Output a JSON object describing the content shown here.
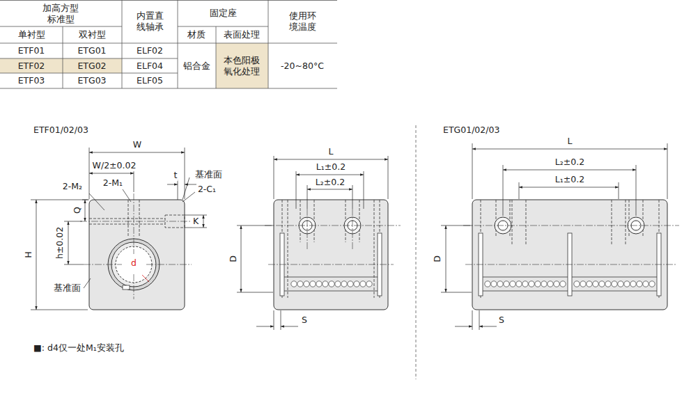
{
  "diagram": {
    "labels": [
      "加高方型 标准型",
      "内置直 线轴承",
      "固定座",
      "使用环 境温度",
      "单衬型",
      "双衬型",
      "材质",
      "表面处理",
      "ETF01",
      "ETG01",
      "ELF02",
      "ETF02",
      "ETG02",
      "ELF04",
      "ETF03",
      "ETG03",
      "ELF05",
      "铝合金",
      "本色阳极 氧化处理",
      "-20~80°C",
      "ETF01/02/03",
      "W",
      "W/2±0.02",
      "t",
      "基准面",
      "2-M₂",
      "2-M₁",
      "2-C₁",
      "Q",
      "K",
      "h±0.02",
      "H",
      "d",
      "基准面",
      "L",
      "L₁±0.2",
      "L₂±0.2",
      "D",
      "S",
      "ETG01/02/03",
      "L",
      "L₂±0.2",
      "L₁±0.2",
      "D",
      "S",
      "■: d4仅一处M₁安装孔"
    ]
  }
}
